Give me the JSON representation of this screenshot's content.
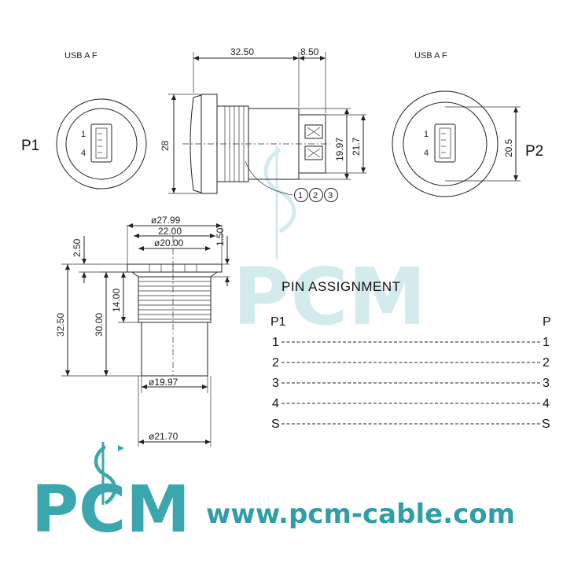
{
  "labels": {
    "left_type": "USB A F",
    "right_type": "USB A F",
    "p1": "P1",
    "p2": "P2",
    "pin_1": "1",
    "pin_4": "4",
    "callout_1": "1",
    "callout_2": "2",
    "callout_3": "3"
  },
  "dimensions": {
    "length_main": "32.50",
    "length_tail": "8.50",
    "height_flange": "28",
    "height_inner": "19.97",
    "height_outer": "21.7",
    "p2_height": "20.5",
    "dia_flange": "ø27.99",
    "dia_22": "22.00",
    "dia_20": "ø20.00",
    "flange_thk": "2.50",
    "nut_thk": "1.50",
    "thread_len": "14.00",
    "body_len": "30.00",
    "total_len": "32.50",
    "dia_body": "ø19.97",
    "dia_outer": "ø21.70"
  },
  "pin_assignment": {
    "title": "PIN  ASSIGNMENT",
    "left_header": "P1",
    "right_header": "P",
    "rows": [
      {
        "left": "1",
        "right": "1"
      },
      {
        "left": "2",
        "right": "2"
      },
      {
        "left": "3",
        "right": "3"
      },
      {
        "left": "4",
        "right": "4"
      },
      {
        "left": "S",
        "right": "S"
      }
    ]
  },
  "branding": {
    "logo": "PCM",
    "url": "www.pcm-cable.com",
    "brand_color": "#3aa6ae"
  }
}
